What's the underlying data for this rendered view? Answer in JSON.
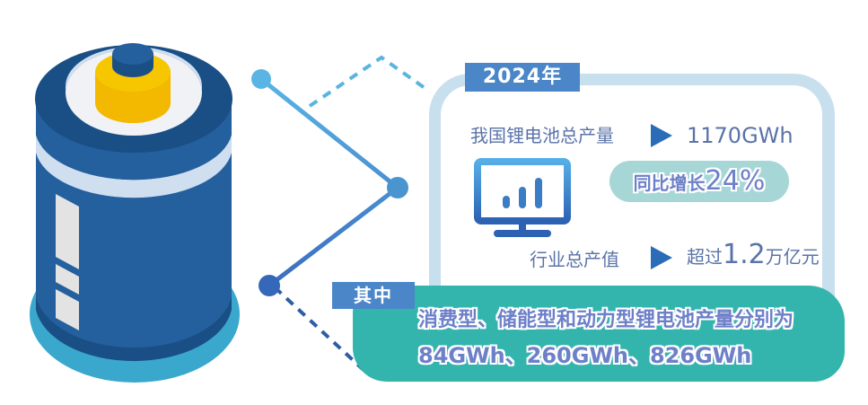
{
  "colors": {
    "battery_body": "#245f9e",
    "battery_dark": "#1a4f86",
    "battery_stripe": "#cfdff0",
    "battery_terminal": "#f3b800",
    "battery_base": "#3aa8cc",
    "card_border": "#c8dfee",
    "tag_bg": "#4a86c8",
    "text_primary": "#5a73a8",
    "arrow": "#2a6cb8",
    "growth_pill": "#a6d6d6",
    "panel_bg": "#33b5ae",
    "outline_text": "#6d80c8"
  },
  "card": {
    "year_tag": "2024年",
    "rows": [
      {
        "label": "我国锂电池总产量",
        "icon": "play-arrow-icon",
        "value": "1170GWh"
      },
      {
        "label": "行业总产值",
        "icon": "play-arrow-icon",
        "value_prefix": "超过",
        "value_number": "1.2",
        "value_suffix": "万亿元"
      }
    ],
    "growth": {
      "prefix": "同比增长",
      "value": "24%"
    },
    "monitor_icon": "bar-chart-monitor-icon"
  },
  "breakdown": {
    "tag": "其中",
    "line1": "消费型、储能型和动力型锂电池产量分别为",
    "line2": "84GWh、260GWh、826GWh"
  },
  "illustration": {
    "battery_icon": "battery-icon",
    "connector_icon": "connector-line-icon"
  }
}
